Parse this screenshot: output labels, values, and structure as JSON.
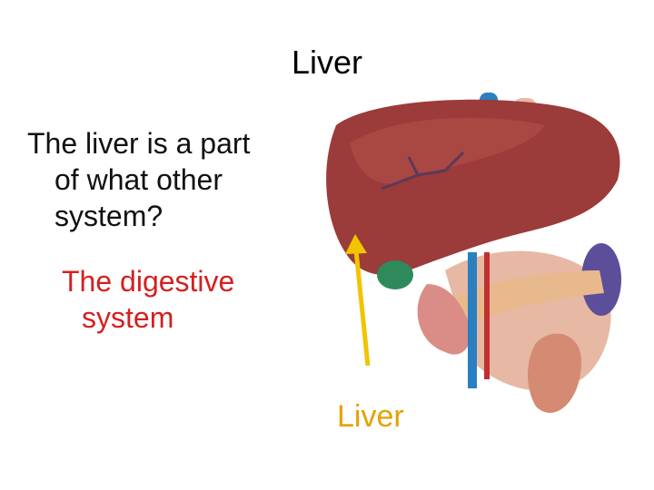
{
  "slide": {
    "title": "Liver",
    "question_lines": [
      "The liver is a part",
      "of what other",
      "system?"
    ],
    "answer_lines": [
      "The digestive",
      "system"
    ],
    "figure_caption": "Liver"
  },
  "colors": {
    "text": "#111111",
    "answer": "#d42020",
    "arrow": "#f2c400",
    "caption": "#e5a100",
    "liver": "#9b3b3a"
  },
  "icons": {
    "figure": "liver-anatomy-illustration",
    "pointer": "arrow-up-icon"
  }
}
